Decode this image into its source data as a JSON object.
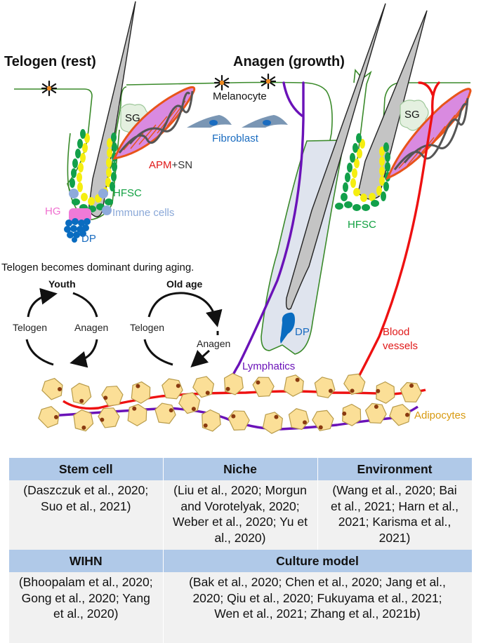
{
  "diagram": {
    "titles": {
      "telogen": "Telogen (rest)",
      "anagen": "Anagen (growth)"
    },
    "labels": {
      "sg_left": "SG",
      "sg_right": "SG",
      "melanocyte": "Melanocyte",
      "fibroblast": "Fibroblast",
      "apm": "APM",
      "plus_sn": "+SN",
      "hfsc_left": "HFSC",
      "hfsc_right": "HFSC",
      "hg": "HG",
      "immune_cells": "Immune cells",
      "dp_left": "DP",
      "dp_right": "DP",
      "lymphatics": "Lymphatics",
      "blood_line1": "Blood",
      "blood_line2": "vessels",
      "adipocytes": "Adipocytes"
    },
    "aging_note": "Telogen becomes dominant during aging.",
    "cycles": [
      {
        "title": "Youth",
        "left": "Telogen",
        "right": "Anagen"
      },
      {
        "title": "Old age",
        "left": "Telogen",
        "right": "Anagen"
      }
    ],
    "colors": {
      "skin_line": "#3a8a2a",
      "hair": "#c4c4c4",
      "hfsc": "#12a04a",
      "inner_layer": "#f5ee10",
      "hg": "#f07ad8",
      "dp": "#0a6cc0",
      "immune": "#8eaadc",
      "apm_outline": "#e8541a",
      "apm_fill": "#d98ae0",
      "nerve": "#555555",
      "lymphatic": "#6a12b8",
      "blood": "#ee1111",
      "adipocyte": "#fbdf97",
      "fibroblast": "#7a96b4",
      "label_red": "#e01818",
      "label_green": "#10a040",
      "label_blue": "#1a6cc0",
      "label_lightblue": "#8aa8d8",
      "label_pink": "#f070d0",
      "label_purple": "#6a12b8",
      "label_gold": "#d89a10"
    }
  },
  "table": {
    "row1_headers": [
      "Stem cell",
      "Niche",
      "Environment"
    ],
    "row1_cells": [
      [
        "(Daszczuk et al., 2020;",
        "Suo et al., 2021)"
      ],
      [
        "(Liu et al., 2020; Morgun",
        "and Vorotelyak, 2020;",
        "Weber et al., 2020; Yu et",
        "al., 2020)"
      ],
      [
        "(Wang et al., 2020; Bai",
        "et al., 2021; Harn et al.,",
        "2021; Karisma et al.,",
        "2021)"
      ]
    ],
    "row2_headers": [
      "WIHN",
      "Culture model"
    ],
    "row2_cells": [
      [
        "(Bhoopalam et al., 2020;",
        "Gong et al., 2020; Yang",
        "et al., 2020)"
      ],
      [
        "(Bak et al., 2020; Chen et al., 2020; Jang et al.,",
        "2020; Qiu et al., 2020; Fukuyama et al., 2021;",
        "Wen et al., 2021; Zhang et al., 2021b)"
      ]
    ]
  }
}
